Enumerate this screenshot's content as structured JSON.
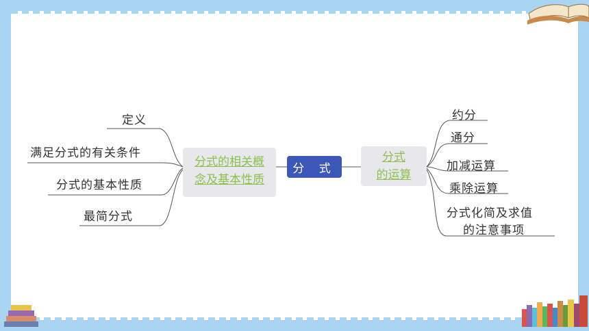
{
  "center": {
    "label": "分 式"
  },
  "left_hub": {
    "line1": "分式的相关概",
    "line2": "念及基本性质"
  },
  "right_hub": {
    "line1": "分式",
    "line2": "的运算"
  },
  "left_leaves": [
    "定义",
    "满足分式的有关条件",
    "分式的基本性质",
    "最简分式"
  ],
  "right_leaves": [
    "约分",
    "通分",
    "加减运算",
    "乘除运算",
    "分式化简及求值",
    "的注意事项"
  ],
  "colors": {
    "frame": "#a9d4f2",
    "center_fill": "#3d57b8",
    "hub_fill": "#e8e8ec",
    "hub_text": "#8cc04e"
  }
}
